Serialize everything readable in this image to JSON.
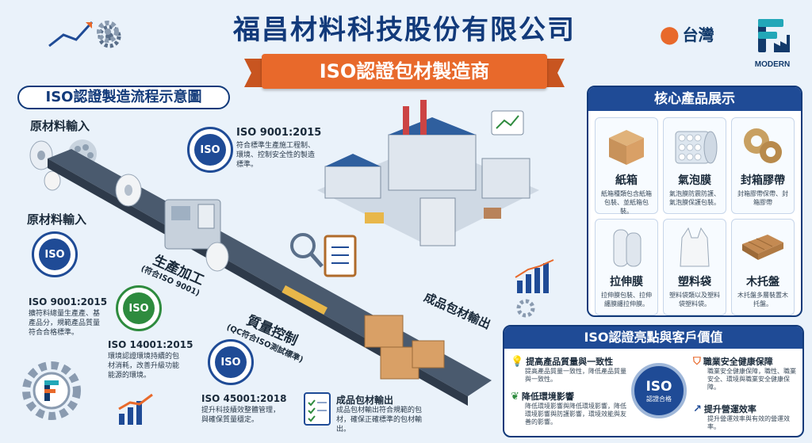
{
  "header": {
    "title": "福昌材料科技股份有限公司",
    "ribbon": "ISO認證包材製造商",
    "location": "台灣",
    "logo_text": "MODERN"
  },
  "flow": {
    "title": "ISO認證製造流程示意圖",
    "raw1": "原材料輸入",
    "raw2": "原材料輸入",
    "produce": "生產加工",
    "produce_sub": "(符合ISO 9001)",
    "qc": "質量控制",
    "qc_sub": "(QC符合ISO測試標準)",
    "output_diag": "成品包材輸出",
    "iso9001_top": {
      "title": "ISO 9001:2015",
      "desc": "符合標準生產施工程制、環境、控制安全性的製造標準。"
    },
    "iso9001_left": {
      "title": "ISO 9001:2015",
      "desc": "擴符料總量生產產、基產品分，規範產品質量符合合格標準。"
    },
    "iso14001": {
      "title": "ISO 14001:2015",
      "desc": "環境認證環境持續的包材消耗，改善升級功能能源的環境。"
    },
    "iso45001": {
      "title": "ISO 45001:2018",
      "desc": "提升科技績效整體管理，與確保質量穩定。"
    },
    "output": {
      "title": "成品包材輸出",
      "desc": "成品包材輸出符合規範的包材，確保正確標準的包材輸出。"
    },
    "seal_label": "ISO"
  },
  "products": {
    "title": "核心產品展示",
    "items": [
      {
        "name": "紙箱",
        "desc": "紙箱種類包含紙箱包裝、並紙箱包裝。"
      },
      {
        "name": "氣泡膜",
        "desc": "氣泡膜防震防護、氣泡膜保護包裝。"
      },
      {
        "name": "封箱膠帶",
        "desc": "封箱膠帶保帶、封箱膠帶"
      },
      {
        "name": "拉伸膜",
        "desc": "拉伸膜包裝、拉伸纏膜纏拉伸膜。"
      },
      {
        "name": "塑料袋",
        "desc": "塑料袋類以及塑料袋塑料袋。"
      },
      {
        "name": "木托盤",
        "desc": "木托盤多層裝置木托盤。"
      }
    ]
  },
  "iso_values": {
    "title": "ISO認證亮點與客戶價值",
    "badge_big": "ISO",
    "badge_small": "認證合格",
    "b1": {
      "title": "提高產品質量與一致性",
      "desc": "提高產品質量一致性，降低產品質量與一致性。"
    },
    "b2": {
      "title": "降低環境影響",
      "desc": "降低環境影響與降低環境影響，降低環境影響與防護影響，環境效能與友善的影響。"
    },
    "b3": {
      "title": "職業安全健康保障",
      "desc": "職業安全健康保障，職性、職業安全、環境與職業安全健康保障。"
    },
    "b4": {
      "title": "提升營運效率",
      "desc": "提升營運效率與有效的營運效率。"
    }
  },
  "colors": {
    "navy": "#123a7a",
    "blue": "#1f4b96",
    "orange": "#e8692b",
    "green": "#2e8b3e"
  }
}
